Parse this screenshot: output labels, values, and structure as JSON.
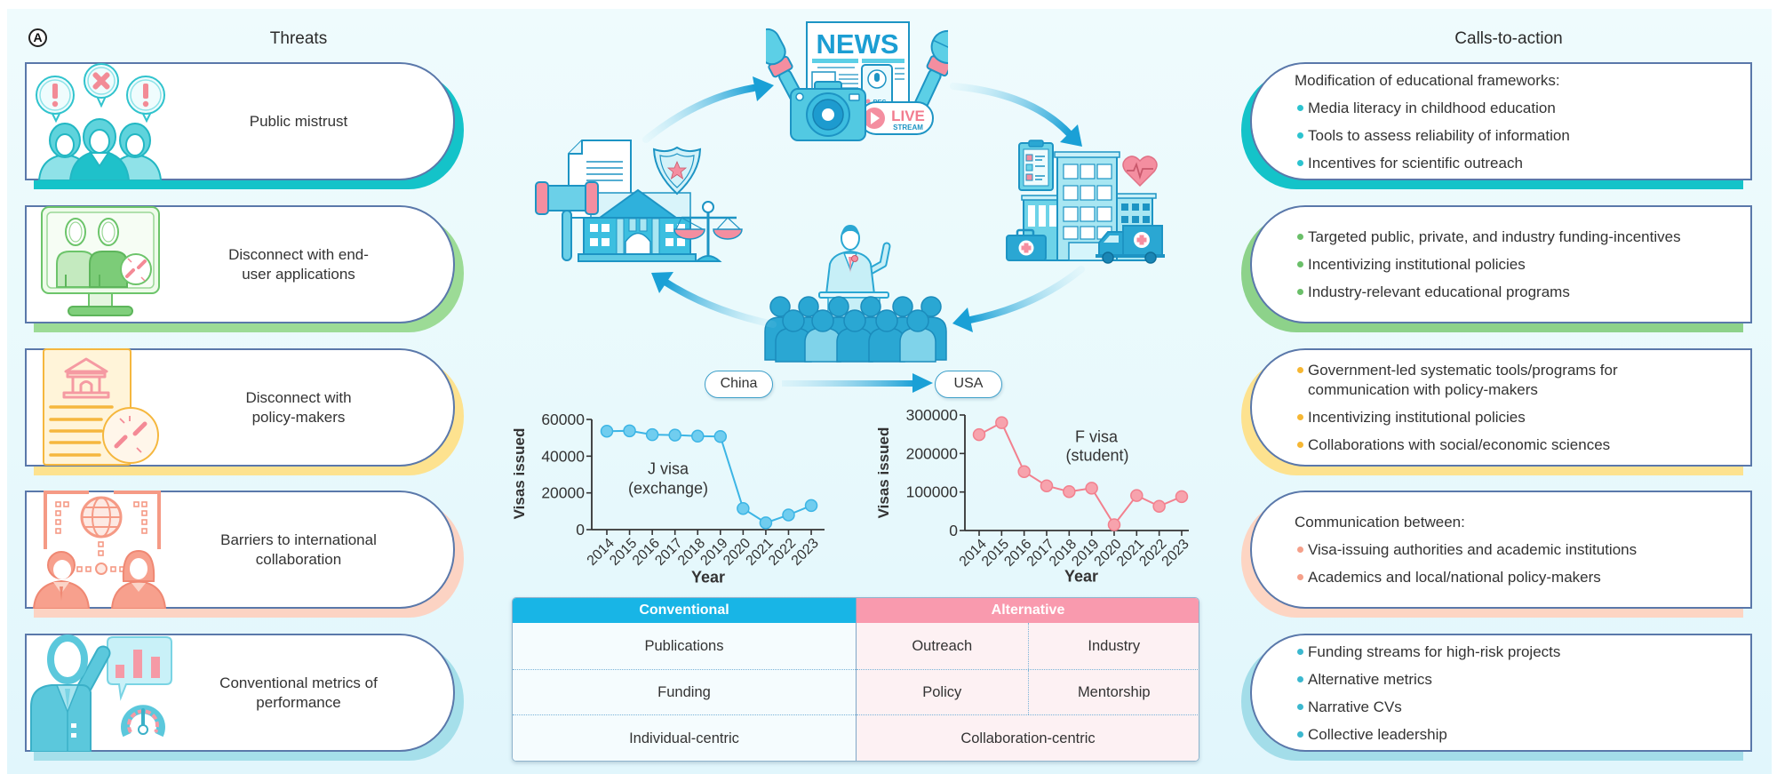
{
  "figure": {
    "panel_label": "A"
  },
  "threats": {
    "heading": "Threats",
    "items": [
      {
        "lines": [
          "Public mistrust"
        ],
        "icon": "people-mistrust-icon",
        "accent": "#14c3c9"
      },
      {
        "lines": [
          "Disconnect with end-",
          "user applications"
        ],
        "icon": "monitor-users-broken-link-icon",
        "accent": "#9cdb96"
      },
      {
        "lines": [
          "Disconnect with",
          "policy-makers"
        ],
        "icon": "policy-document-broken-link-icon",
        "accent": "#fde28f"
      },
      {
        "lines": [
          "Barriers to international",
          "collaboration"
        ],
        "icon": "international-collaboration-icon",
        "accent": "#fcd3c3"
      },
      {
        "lines": [
          "Conventional metrics of",
          "performance"
        ],
        "icon": "metrics-presenter-icon",
        "accent": "#a5dfea"
      }
    ]
  },
  "calls_to_action": {
    "heading": "Calls-to-action",
    "items": [
      {
        "header": "Modification of educational frameworks:",
        "accent": "#14c3c9",
        "bullet_color": "#2cc3cf",
        "bullets": [
          {
            "lines": [
              "Media literacy in childhood education"
            ]
          },
          {
            "lines": [
              "Tools to assess reliability of information"
            ]
          },
          {
            "lines": [
              "Incentives for scientific outreach"
            ]
          }
        ]
      },
      {
        "header": "",
        "accent": "#8dd28a",
        "bullet_color": "#6abf69",
        "bullets": [
          {
            "lines": [
              "Targeted public, private, and industry funding-incentives"
            ]
          },
          {
            "lines": [
              "Incentivizing institutional policies"
            ]
          },
          {
            "lines": [
              "Industry-relevant educational programs"
            ]
          }
        ]
      },
      {
        "header": "",
        "accent": "#fde28f",
        "bullet_color": "#f6b733",
        "bullets": [
          {
            "lines": [
              "Government-led systematic tools/programs for",
              "communication with policy-makers"
            ]
          },
          {
            "lines": [
              "Incentivizing institutional policies"
            ]
          },
          {
            "lines": [
              "Collaborations with social/economic sciences"
            ]
          }
        ]
      },
      {
        "header": "Communication between:",
        "accent": "#fdd5c3",
        "bullet_color": "#f5a08a",
        "bullets": [
          {
            "lines": [
              "Visa-issuing authorities and academic institutions"
            ]
          },
          {
            "lines": [
              "Academics and local/national policy-makers"
            ]
          }
        ]
      },
      {
        "header": "",
        "accent": "#a3dde9",
        "bullet_color": "#3cb8cf",
        "bullets": [
          {
            "lines": [
              "Funding streams for high-risk projects"
            ]
          },
          {
            "lines": [
              "Alternative metrics"
            ]
          },
          {
            "lines": [
              "Narrative CVs"
            ]
          },
          {
            "lines": [
              "Collective leadership"
            ]
          }
        ]
      }
    ]
  },
  "cycle": {
    "nodes": [
      "government-justice-icon",
      "news-media-icon",
      "hospital-icon",
      "speaker-audience-icon"
    ],
    "news": {
      "title": "NEWS",
      "live": "LIVE",
      "stream": "STREAM",
      "rec": "REC"
    },
    "arrow_color": "#1aa0d6"
  },
  "visa_flow": {
    "from": "China",
    "to": "USA"
  },
  "metrics_table": {
    "conventional": {
      "header": "Conventional",
      "color": "#18b5e6",
      "rows": [
        "Publications",
        "Funding",
        "Individual-centric"
      ]
    },
    "alternative": {
      "header": "Alternative",
      "color": "#f99aae",
      "rows": [
        [
          "Outreach",
          "Industry"
        ],
        [
          "Policy",
          "Mentorship"
        ],
        [
          "Collaboration-centric"
        ]
      ]
    }
  },
  "chart_data": [
    {
      "type": "line",
      "title": "J visa (exchange)",
      "annotation": [
        "J visa",
        "(exchange)"
      ],
      "xlabel": "Year",
      "ylabel": "Visas issued",
      "x": [
        "2014",
        "2015",
        "2016",
        "2017",
        "2018",
        "2019",
        "2020",
        "2021",
        "2022",
        "2023"
      ],
      "yticks": [
        0,
        20000,
        40000,
        60000
      ],
      "ylim": [
        0,
        60000
      ],
      "grid": false,
      "legend": "none",
      "series": [
        {
          "name": "J visa (exchange)",
          "values": [
            53600,
            53800,
            51700,
            51500,
            50900,
            50700,
            11500,
            3700,
            8000,
            13100
          ],
          "color": "#3cb5e5",
          "marker_fill": "#70cdef"
        }
      ]
    },
    {
      "type": "line",
      "title": "F visa (student)",
      "annotation": [
        "F visa",
        "(student)"
      ],
      "xlabel": "Year",
      "ylabel": "Visas issued",
      "x": [
        "2014",
        "2015",
        "2016",
        "2017",
        "2018",
        "2019",
        "2020",
        "2021",
        "2022",
        "2023"
      ],
      "yticks": [
        0,
        100000,
        200000,
        300000
      ],
      "ylim": [
        0,
        300000
      ],
      "grid": false,
      "legend": "none",
      "series": [
        {
          "name": "F visa (student)",
          "values": [
            249000,
            280000,
            153000,
            116000,
            101000,
            110000,
            15000,
            91000,
            63000,
            88000
          ],
          "color": "#f2808e",
          "marker_fill": "#f7a3ad"
        }
      ]
    }
  ]
}
